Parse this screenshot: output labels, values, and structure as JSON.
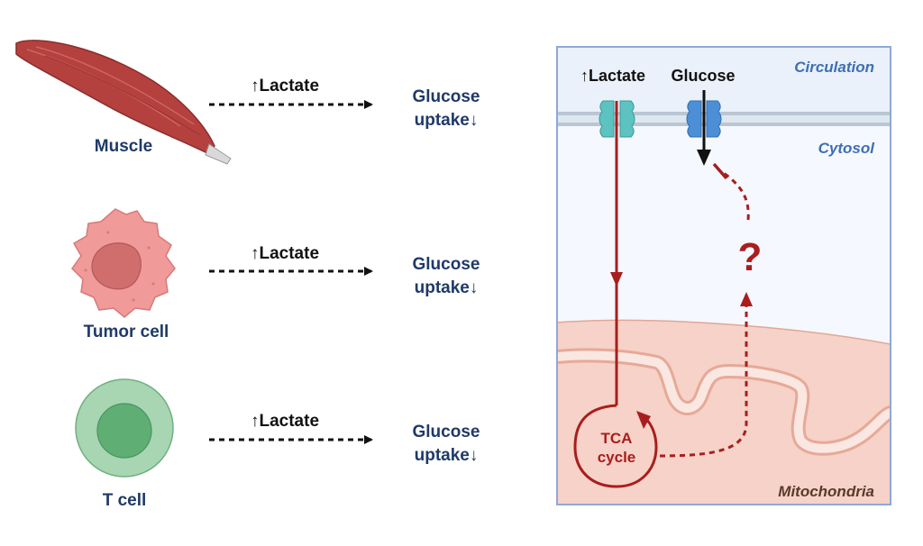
{
  "left": {
    "rows": [
      {
        "cell_label": "Muscle",
        "arrow_label": "↑Lactate",
        "result_line1": "Glucose",
        "result_line2": "uptake↓"
      },
      {
        "cell_label": "Tumor cell",
        "arrow_label": "↑Lactate",
        "result_line1": "Glucose",
        "result_line2": "uptake↓"
      },
      {
        "cell_label": "T cell",
        "arrow_label": "↑Lactate",
        "result_line1": "Glucose",
        "result_line2": "uptake↓"
      }
    ]
  },
  "right": {
    "circulation_label": "Circulation",
    "cytosol_label": "Cytosol",
    "mitochondria_label": "Mitochondria",
    "lactate_label": "↑Lactate",
    "glucose_label": "Glucose",
    "tca_line1": "TCA",
    "tca_line2": "cycle",
    "question_mark": "?"
  },
  "colors": {
    "navy_text": "#1f3a68",
    "panel_border": "#8fa8d8",
    "panel_top": "#eaf1fb",
    "panel_body": "#f5f8fe",
    "dark_red": "#a81e1e",
    "muscle": "#b5413f",
    "tumor": "#f09a9a",
    "t_cell_outer": "#a8d5b2",
    "t_cell_inner": "#5fae74",
    "lactate_channel": "#5cc3c0",
    "glucose_channel": "#4d8fd6",
    "mitochondria": "#f6d2c8"
  }
}
